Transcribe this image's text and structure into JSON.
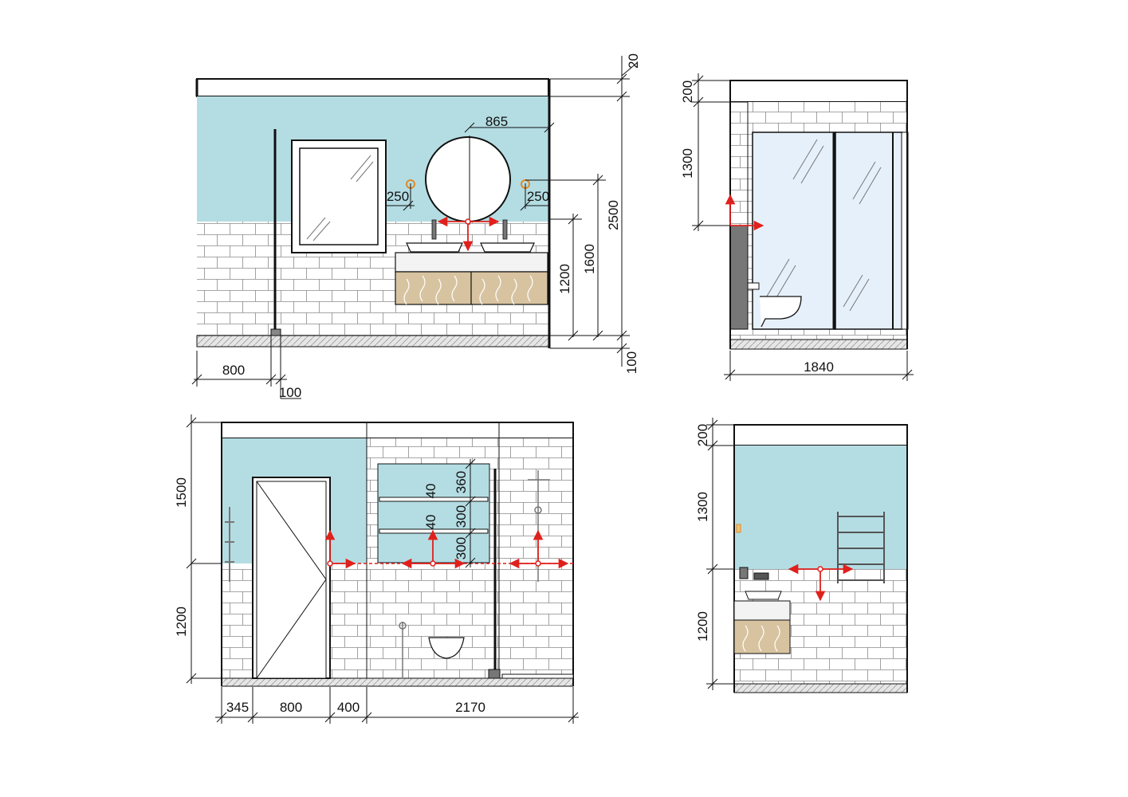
{
  "colors": {
    "wall_paint": "#b4dde3",
    "tile": "#ffffff",
    "tile_grout": "#999999",
    "wood": "#d8c3a0",
    "glass": "#e6f0fb",
    "arrow": "#e0201c",
    "line": "#111111",
    "floor": "#d9d9d9"
  },
  "elevation_a": {
    "dims": {
      "ceiling": "20",
      "mirror_width": "865",
      "lamp_left": "250",
      "lamp_right": "250",
      "total_height": "2500",
      "lamp_height": "1600",
      "tile_height": "1200",
      "floor": "100",
      "shower_width": "800",
      "drain": "100"
    }
  },
  "elevation_b": {
    "dims": {
      "ceiling": "200",
      "glass_height": "1300",
      "length": "1840"
    }
  },
  "elevation_c": {
    "dims": {
      "upper": "1500",
      "lower": "1200",
      "shelf_top": "360",
      "shelf_gap": "300",
      "shelf_low": "300",
      "shelf_thk_1": "40",
      "shelf_thk_2": "40",
      "seg_1": "345",
      "seg_2": "800",
      "seg_3": "400",
      "seg_4": "2170"
    }
  },
  "elevation_d": {
    "dims": {
      "ceiling": "200",
      "upper": "1300",
      "lower": "1200"
    }
  }
}
